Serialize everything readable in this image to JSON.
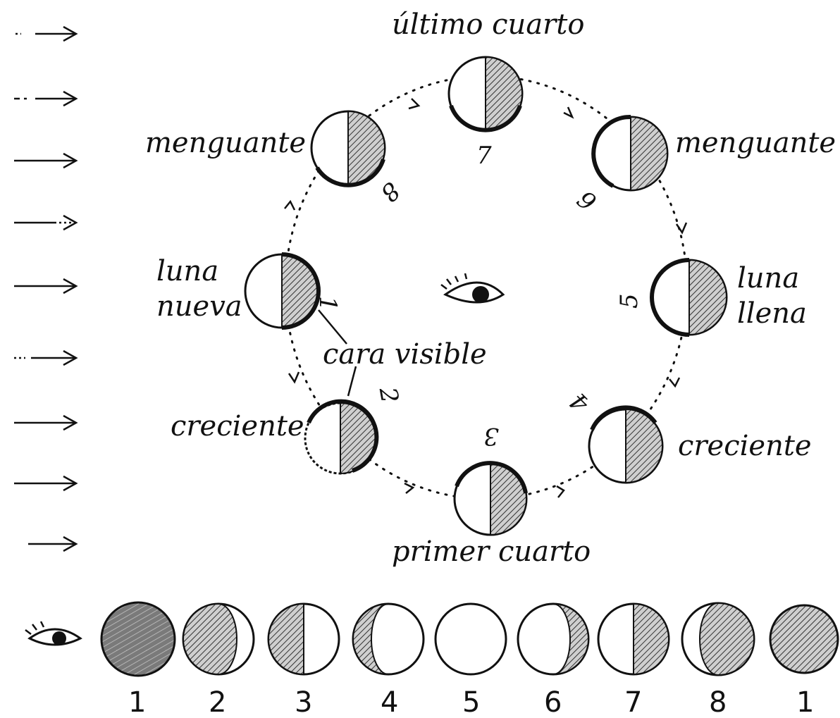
{
  "labels": {
    "last_quarter": "último cuarto",
    "waning_left": "menguante",
    "waning_right": "menguante",
    "new_moon_line1": "luna",
    "new_moon_line2": "nueva",
    "full_moon_line1": "luna",
    "full_moon_line2": "llena",
    "visible_face": "cara visible",
    "waxing_left": "creciente",
    "waxing_right": "creciente",
    "first_quarter": "primer cuarto"
  },
  "orbit_numbers": [
    "1",
    "2",
    "3",
    "4",
    "5",
    "6",
    "7",
    "8"
  ],
  "bottom_numbers": [
    "1",
    "2",
    "3",
    "4",
    "5",
    "6",
    "7",
    "8",
    "1"
  ],
  "colors": {
    "ink": "#111111",
    "shade": "#8a8a8a",
    "paper": "#ffffff"
  },
  "icons": [
    "eye-icon",
    "arrow-icon"
  ]
}
